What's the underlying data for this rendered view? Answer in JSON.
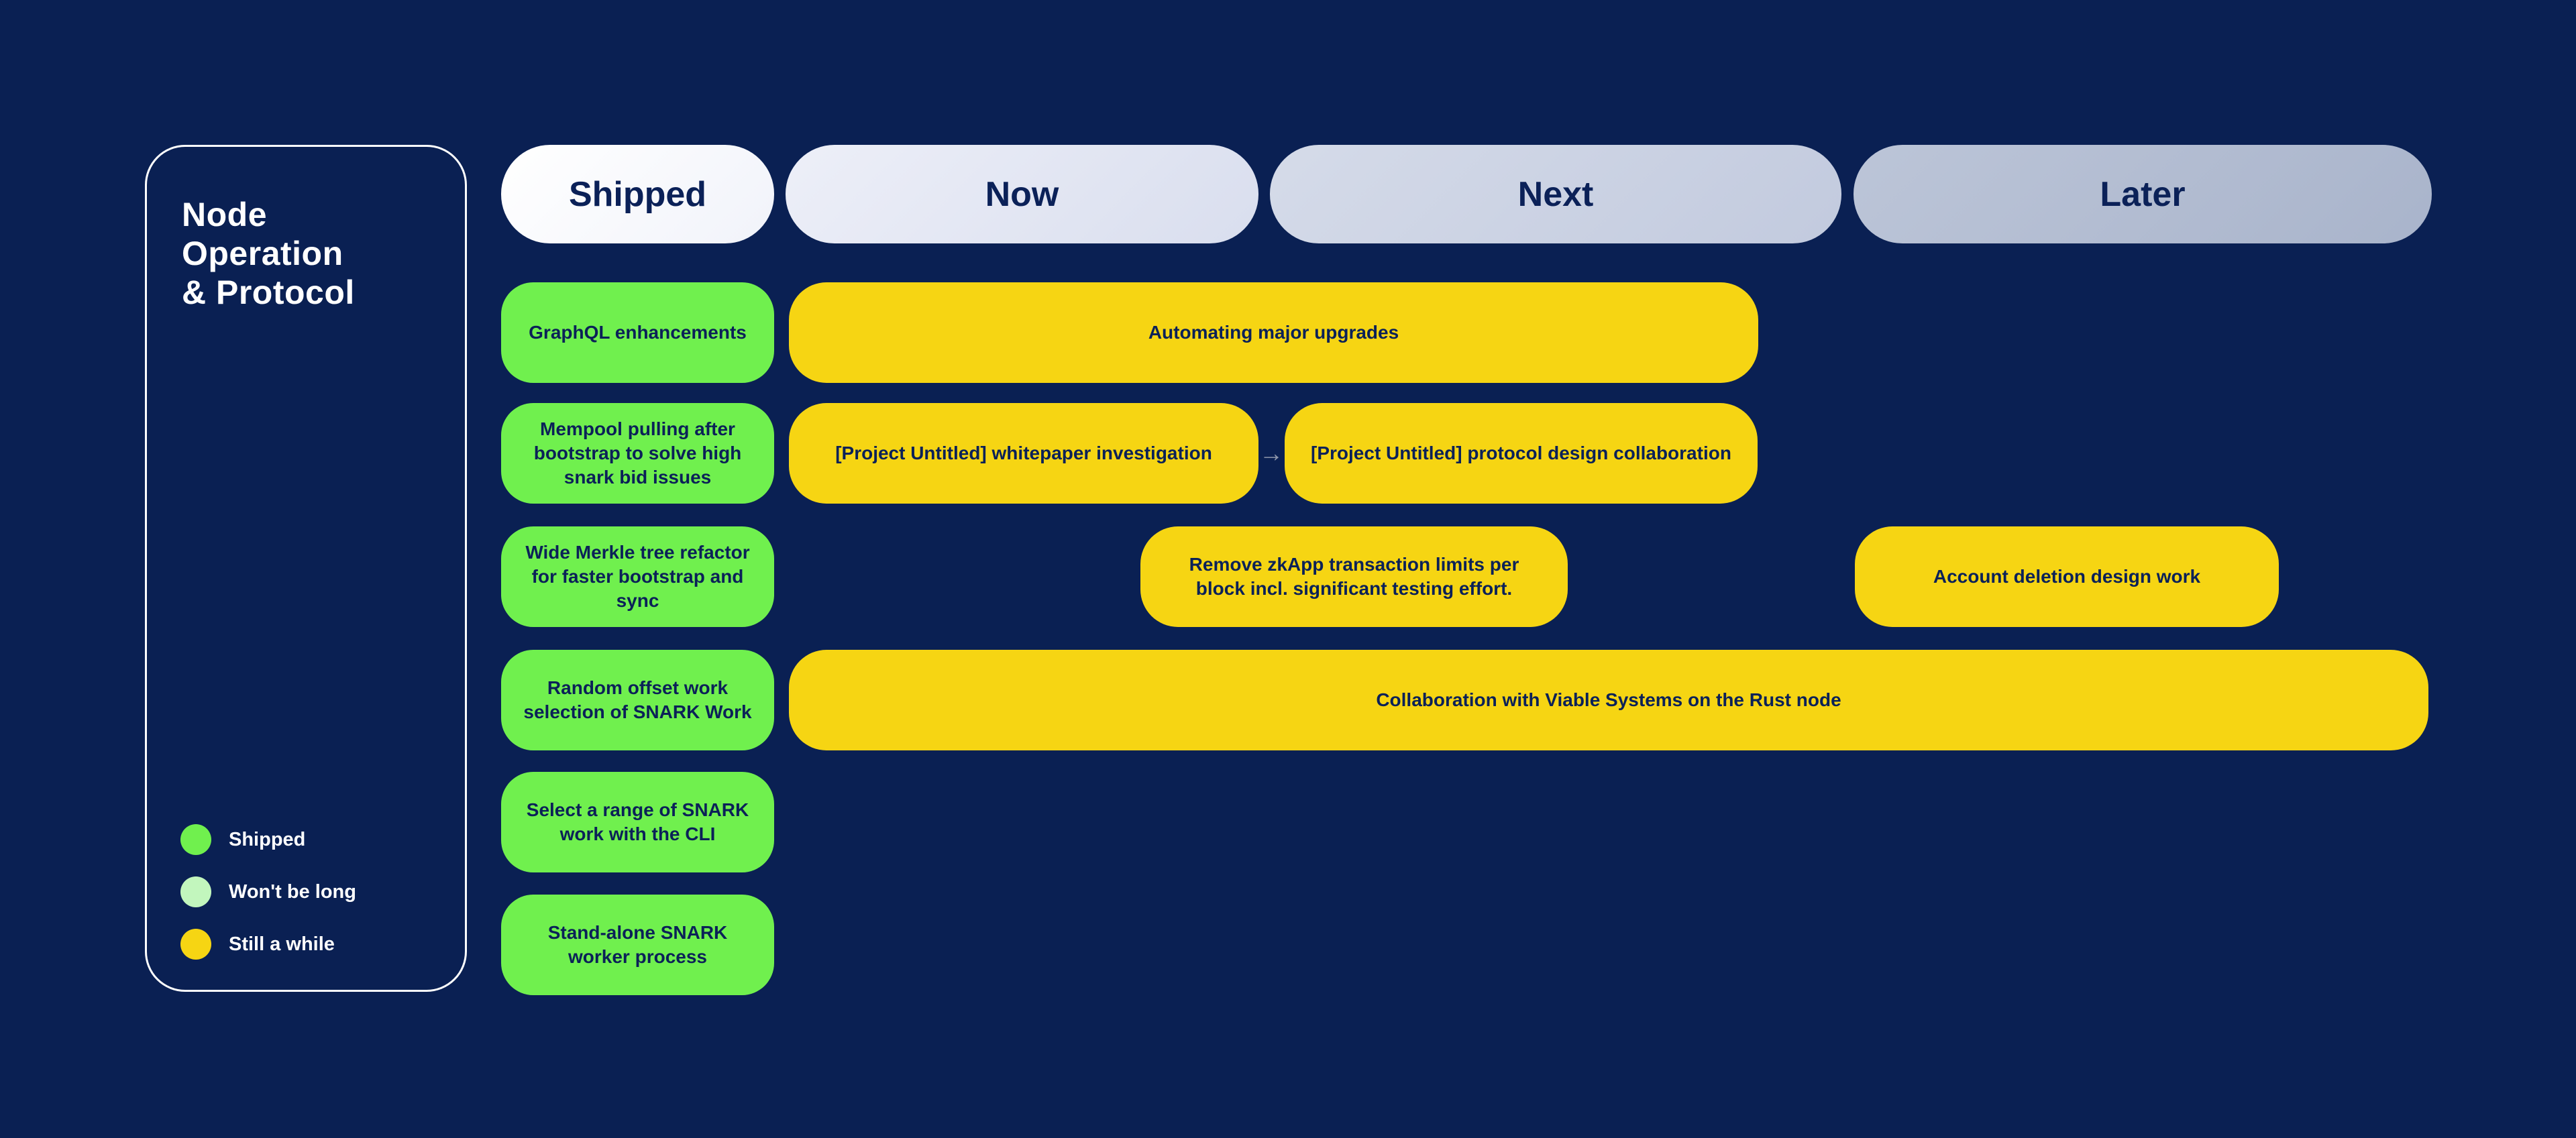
{
  "category": {
    "title_lines": [
      "Node",
      "Operation",
      "& Protocol"
    ]
  },
  "legend": {
    "items": [
      {
        "label": "Shipped",
        "color": "#70f04e"
      },
      {
        "label": "Won't be long",
        "color": "#c2f6bd"
      },
      {
        "label": "Still a while",
        "color": "#f6d513"
      }
    ]
  },
  "columns": [
    {
      "label": "Shipped"
    },
    {
      "label": "Now"
    },
    {
      "label": "Next"
    },
    {
      "label": "Later"
    }
  ],
  "shipped_cards": [
    {
      "label": "GraphQL enhancements"
    },
    {
      "label": "Mempool pulling after bootstrap to solve high snark bid issues"
    },
    {
      "label": "Wide Merkle tree refactor for faster bootstrap and sync"
    },
    {
      "label": "Random offset work selection of SNARK Work"
    },
    {
      "label": "Select a range of SNARK work with the CLI"
    },
    {
      "label": "Stand-alone SNARK worker process"
    }
  ],
  "planned_cards": [
    {
      "label": "Automating major upgrades"
    },
    {
      "label": "[Project Untitled] whitepaper investigation"
    },
    {
      "label": "[Project Untitled] protocol design collaboration"
    },
    {
      "label": "Remove zkApp transaction limits per block incl. significant testing effort."
    },
    {
      "label": "Account deletion design work"
    },
    {
      "label": "Collaboration with Viable Systems on the Rust node"
    }
  ],
  "connector": {
    "symbol": "→"
  },
  "colors": {
    "background": "#0a2053",
    "shipped_card": "#70f04e",
    "wont_be_long": "#c2f6bd",
    "planned_card": "#f6d513",
    "dark_text": "#0b2158",
    "light_text": "#ffffff"
  }
}
